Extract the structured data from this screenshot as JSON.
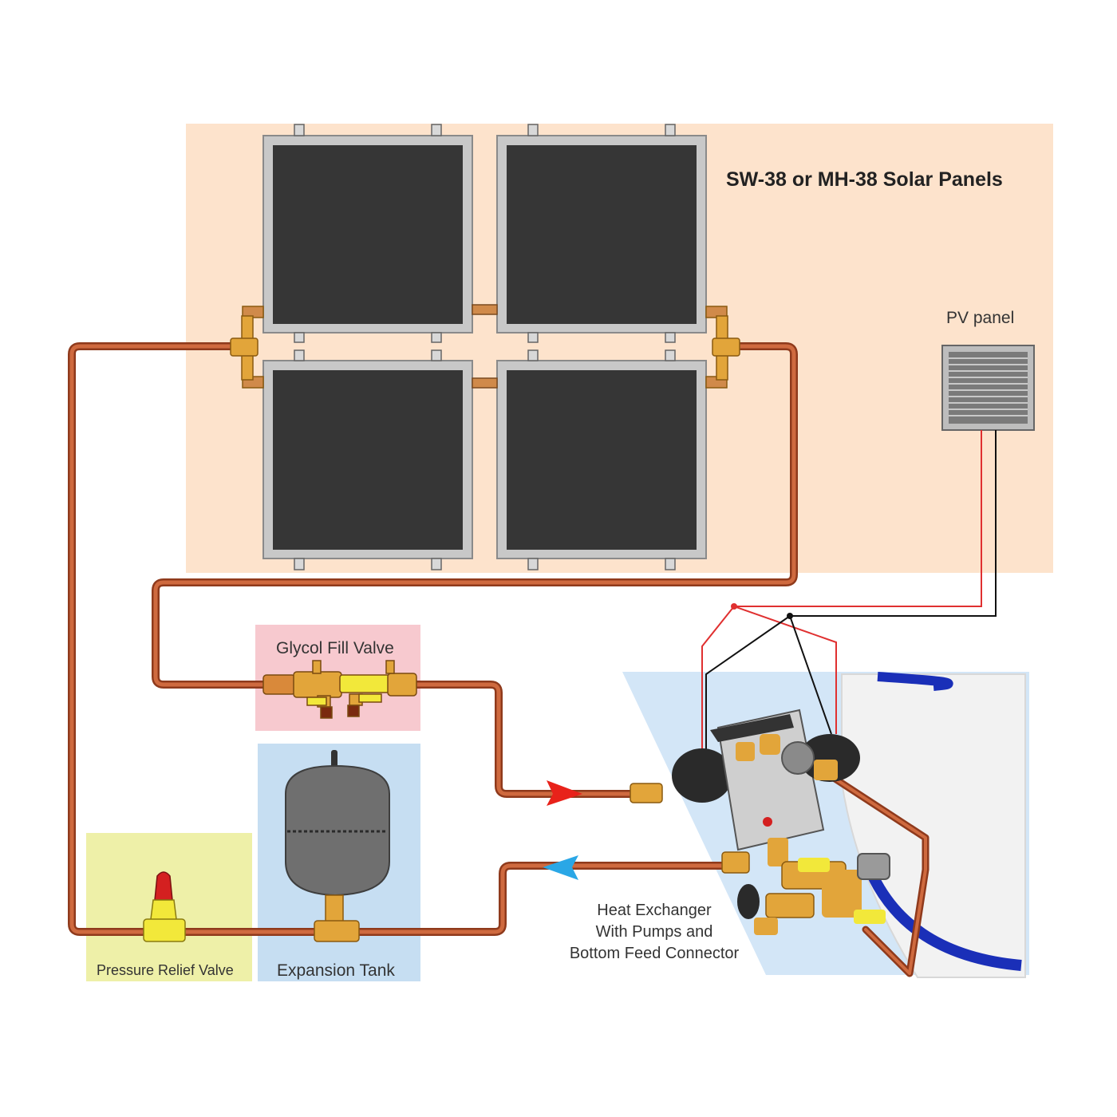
{
  "labels": {
    "solar_panels": "SW-38 or MH-38 Solar Panels",
    "pv_panel": "PV panel",
    "glycol_fill_valve": "Glycol Fill Valve",
    "pressure_relief_valve": "Pressure Relief Valve",
    "expansion_tank": "Expansion Tank",
    "heat_exchanger_lines": [
      "Heat Exchanger",
      "With Pumps and",
      "Bottom Feed Connector"
    ]
  },
  "colors": {
    "panel_zone": "#fde3cc",
    "glycol_zone": "#f7c9cf",
    "relief_zone": "#eef0a8",
    "tank_zone": "#c6def2",
    "exchanger_zone": "#d3e6f7",
    "collector_frame": "#c8c8c8",
    "collector_glass": "#363636",
    "copper_pipe": "#c0582f",
    "brass_fitting": "#e2a53a",
    "supply_arrow": "#e8221a",
    "return_arrow": "#2aa7e6",
    "pv_wire_positive": "#e03030",
    "pv_wire_negative": "#111111",
    "tank_body": "#6f6f6f",
    "relief_cap": "#d42020",
    "water_tank_accent": "#1a2fb8"
  },
  "icons": {
    "collector": "solar-collector-icon",
    "pv_panel": "pv-panel-icon",
    "expansion_tank": "expansion-tank-icon",
    "pressure_relief_valve": "relief-valve-icon",
    "fill_valve": "fill-valve-icon",
    "heat_exchanger": "heat-exchanger-icon"
  }
}
